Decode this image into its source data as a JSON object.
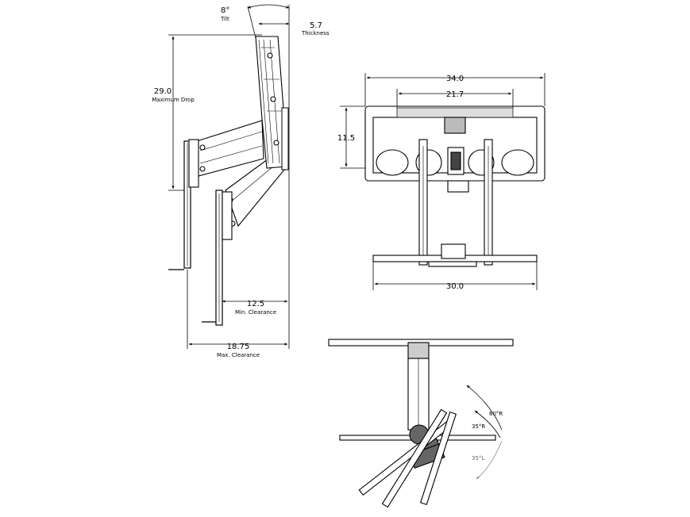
{
  "side_view": {
    "tilt": {
      "value": "8°",
      "label": "Tilt"
    },
    "thickness": {
      "value": "5.7",
      "label": "Thickness"
    },
    "max_drop": {
      "value": "29.0",
      "label": "Maximum Drop"
    },
    "min_clearance": {
      "value": "12.5",
      "label": "Min. Clearance"
    },
    "max_clearance": {
      "value": "18.75",
      "label": "Max. Clearance"
    }
  },
  "front_view": {
    "overall_width": "34.0",
    "inner_width": "21.7",
    "height": "11.5",
    "bracket_width": "30.0"
  },
  "top_view": {
    "swivel_60r": "60°R",
    "swivel_35r": "35°R",
    "swivel_35l": "35°L"
  },
  "colors": {
    "line": "#000000",
    "light": "#888888",
    "fill": "#d0d0d0"
  }
}
